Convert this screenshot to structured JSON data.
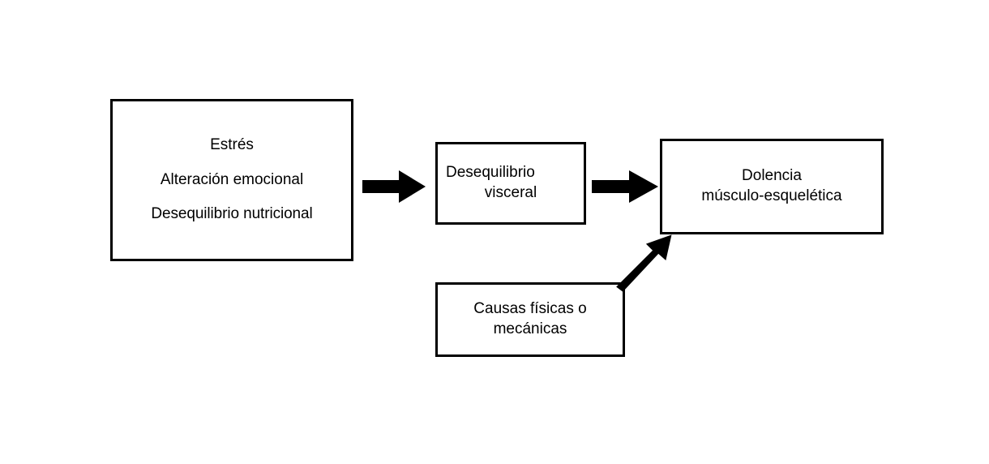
{
  "diagram": {
    "title_text": "",
    "background_color": "#ffffff",
    "stroke_color": "#000000",
    "nodes": [
      {
        "id": "stress",
        "lines": [
          "Estrés",
          "Alteración emocional",
          "Desequilibrio nutricional"
        ]
      },
      {
        "id": "visceral",
        "lines": [
          "Desequilibrio",
          "visceral"
        ]
      },
      {
        "id": "musculo",
        "lines": [
          "Dolencia",
          "músculo-esquelética"
        ]
      },
      {
        "id": "causas",
        "lines": [
          "Causas físicas o",
          "mecánicas"
        ]
      }
    ],
    "arrows": [
      {
        "id": "arrow-1",
        "direction": "right",
        "from": "stress",
        "to": "visceral"
      },
      {
        "id": "arrow-2",
        "direction": "right",
        "from": "visceral",
        "to": "musculo"
      },
      {
        "id": "arrow-3",
        "direction": "up-right",
        "from": "causas",
        "to": "musculo"
      }
    ]
  }
}
